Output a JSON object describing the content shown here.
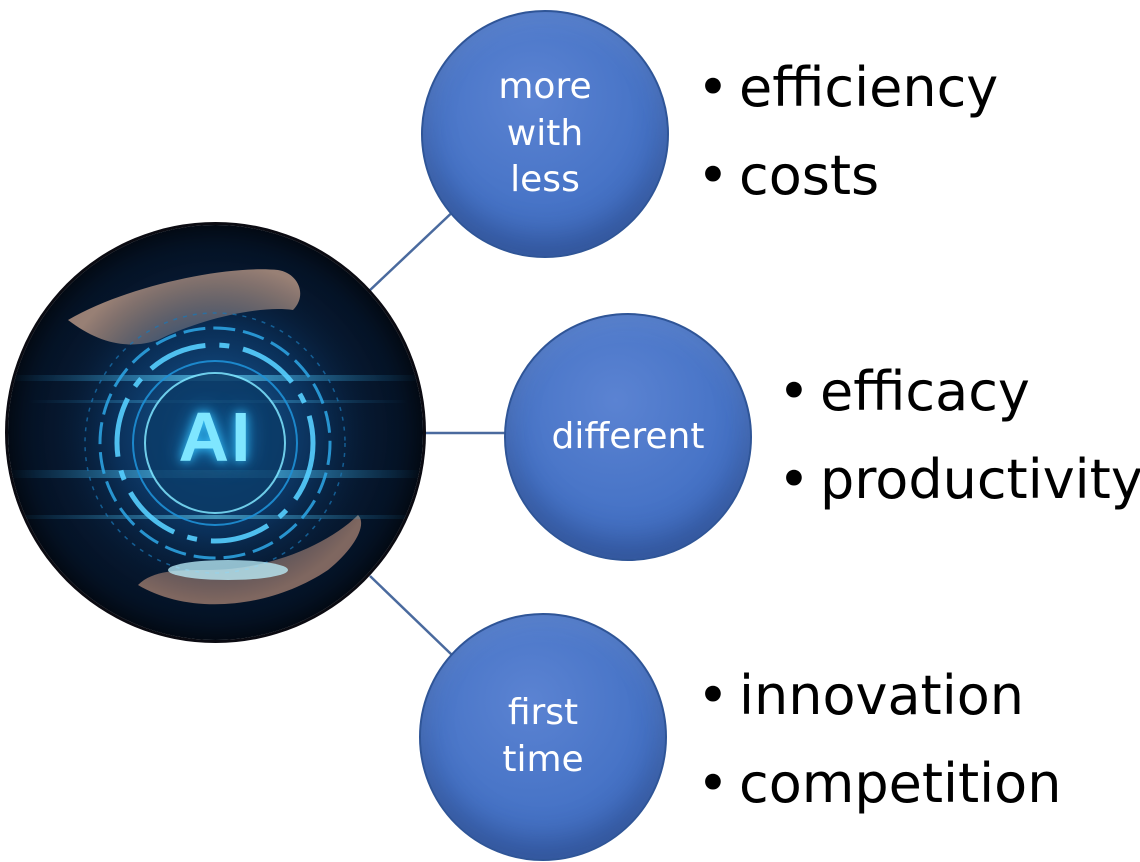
{
  "hub": {
    "label": "AI"
  },
  "colors": {
    "circle_fill": "#4472C4",
    "circle_border": "#2F5597",
    "connector": "#4A6A9E",
    "hub_glow": "#39C7FF"
  },
  "categories": [
    {
      "label": "more\nwith\nless",
      "items": [
        "efficiency",
        "costs"
      ]
    },
    {
      "label": "different",
      "items": [
        "efficacy",
        "productivity"
      ]
    },
    {
      "label": "first\ntime",
      "items": [
        "innovation",
        "competition"
      ]
    }
  ],
  "bullet_symbol": "•"
}
